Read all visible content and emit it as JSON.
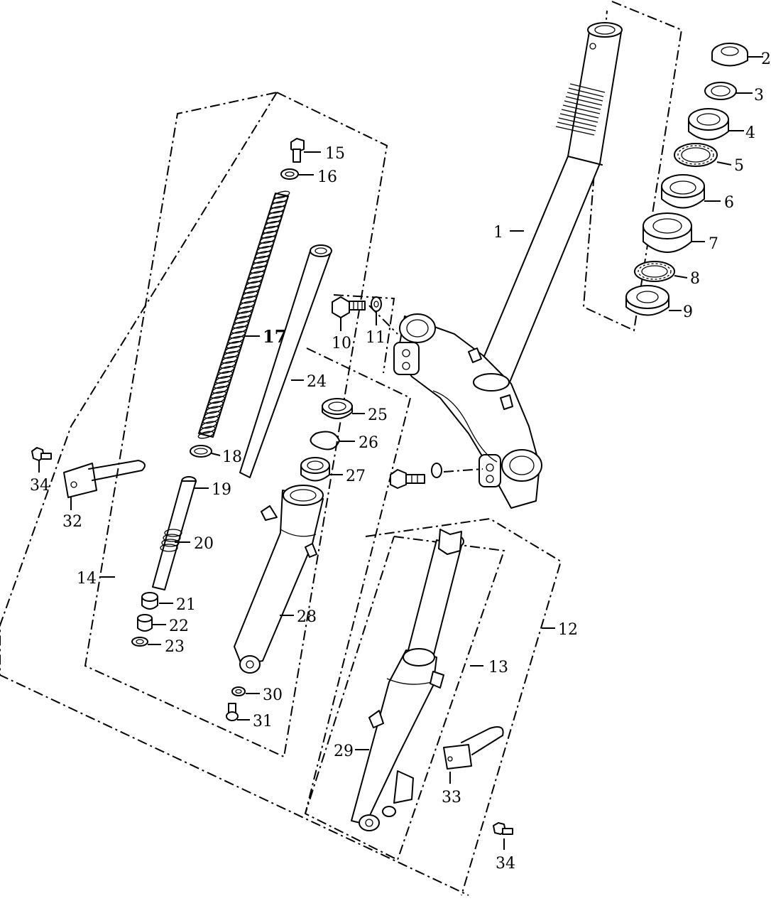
{
  "diagram": {
    "callouts": {
      "c1": "1",
      "c2": "2",
      "c3": "3",
      "c4": "4",
      "c5": "5",
      "c6": "6",
      "c7": "7",
      "c8": "8",
      "c9": "9",
      "c10": "10",
      "c11": "11",
      "c12": "12",
      "c13": "13",
      "c14": "14",
      "c15": "15",
      "c16": "16",
      "c17": "17",
      "c18": "18",
      "c19": "19",
      "c20": "20",
      "c21": "21",
      "c22": "22",
      "c23": "23",
      "c24": "24",
      "c25": "25",
      "c26": "26",
      "c27": "27",
      "c28": "28",
      "c29": "29",
      "c30": "30",
      "c31": "31",
      "c32": "32",
      "c33": "33",
      "c34a": "34",
      "c34b": "34"
    }
  }
}
